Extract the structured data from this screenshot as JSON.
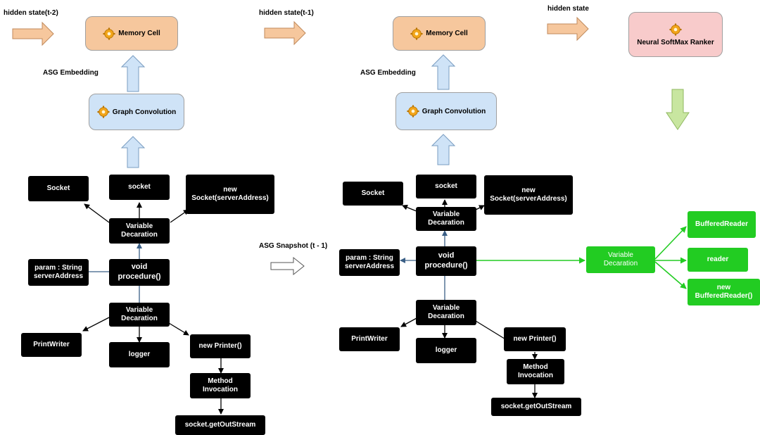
{
  "labels": {
    "hidden_t2": "hidden state(t-2)",
    "hidden_t1": "hidden state(t-1)",
    "hidden": "hidden state",
    "asg_embedding_1": "ASG Embedding",
    "asg_embedding_2": "ASG Embedding",
    "asg_snapshot": "ASG Snapshot (t - 1)"
  },
  "modules": {
    "memory_cell_1": "Memory Cell",
    "memory_cell_2": "Memory Cell",
    "graph_conv_1": "Graph Convolution",
    "graph_conv_2": "Graph Convolution",
    "ranker": "Neural SoftMax Ranker"
  },
  "left_graph": {
    "socket_class": "Socket",
    "socket_var": "socket",
    "new_socket_1": "new",
    "new_socket_2": "Socket(serverAddress)",
    "var_decl_top_1": "Variable",
    "var_decl_top_2": "Decaration",
    "param_1": "param : String",
    "param_2": "serverAddress",
    "procedure_1": "void",
    "procedure_2": "procedure()",
    "var_decl_bot_1": "Variable",
    "var_decl_bot_2": "Decaration",
    "printwriter": "PrintWriter",
    "logger": "logger",
    "new_printer": "new Printer()",
    "method_inv_1": "Method",
    "method_inv_2": "Invocation",
    "get_out_stream": "socket.getOutStream"
  },
  "right_graph": {
    "socket_class": "Socket",
    "socket_var": "socket",
    "new_socket_1": "new",
    "new_socket_2": "Socket(serverAddress)",
    "var_decl_top_1": "Variable",
    "var_decl_top_2": "Decaration",
    "param_1": "param : String",
    "param_2": "serverAddress",
    "procedure_1": "void",
    "procedure_2": "procedure()",
    "var_decl_bot_1": "Variable",
    "var_decl_bot_2": "Decaration",
    "printwriter": "PrintWriter",
    "logger": "logger",
    "new_printer": "new Printer()",
    "method_inv_1": "Method",
    "method_inv_2": "Invocation",
    "get_out_stream": "socket.getOutStream"
  },
  "green_graph": {
    "var_decl_1": "Variable",
    "var_decl_2": "Decaration",
    "buffered_reader": "BufferedReader",
    "reader": "reader",
    "new_br_1": "new",
    "new_br_2": "BufferedReader()"
  },
  "colors": {
    "memory_fill": "#f6c79d",
    "conv_fill": "#cfe3f7",
    "ranker_fill": "#f8cbcb",
    "node_fill": "#000000",
    "green_fill": "#22cc22",
    "edge_blue": "#3a5f86",
    "state_arrow": "#f6c79d",
    "embed_arrow": "#cfe3f7",
    "ranker_arrow": "#c8e6a0"
  },
  "icons": {
    "module_icon": "gear-icon"
  }
}
